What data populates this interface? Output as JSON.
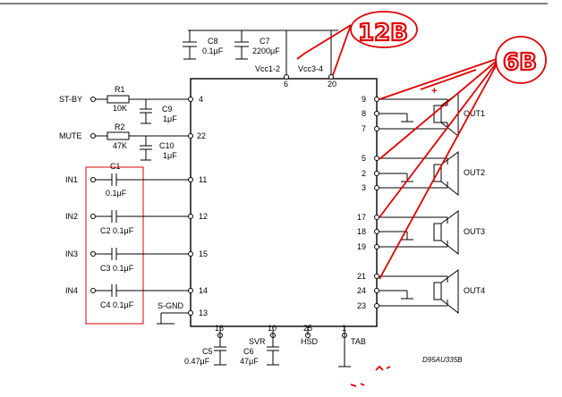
{
  "top_rule": true,
  "handwritten": {
    "label_12v": "12B",
    "label_6v": "6B"
  },
  "inputs": {
    "stby": "ST-BY",
    "mute": "MUTE",
    "in1": "IN1",
    "in2": "IN2",
    "in3": "IN3",
    "in4": "IN4",
    "sgnd": "S-GND"
  },
  "components": {
    "r1": "R1",
    "r1_val": "10K",
    "r2": "R2",
    "r2_val": "47K",
    "c9": "C9",
    "c9_val": "1μF",
    "c10": "C10",
    "c10_val": "1μF",
    "c1": "C1",
    "c1_val": "0.1μF",
    "c2": "C2 0.1μF",
    "c3": "C3 0.1μF",
    "c4": "C4 0.1μF",
    "c8": "C8",
    "c8_val": "0.1μF",
    "c7": "C7",
    "c7_val": "2200μF",
    "c5": "C5",
    "c5_val": "0.47μF",
    "c6": "C6",
    "c6_val": "47μF"
  },
  "supply": {
    "vcc12": "Vcc1-2",
    "vcc34": "Vcc3-4"
  },
  "pins": {
    "p4": "4",
    "p22": "22",
    "p11": "11",
    "p12": "12",
    "p15": "15",
    "p14": "14",
    "p13": "13",
    "p6": "6",
    "p20": "20",
    "p9": "9",
    "p8": "8",
    "p7": "7",
    "p5": "5",
    "p2": "2",
    "p3": "3",
    "p17": "17",
    "p18": "18",
    "p19": "19",
    "p21": "21",
    "p24": "24",
    "p23": "23",
    "p16": "16",
    "p10": "10",
    "p25": "25",
    "p1": "1"
  },
  "bottom_labels": {
    "svr": "SVR",
    "hsd": "HSD",
    "tab": "TAB"
  },
  "outputs": {
    "out1": "OUT1",
    "out2": "OUT2",
    "out3": "OUT3",
    "out4": "OUT4"
  },
  "plus_mark": "+",
  "ref_code": "D95AU335B"
}
